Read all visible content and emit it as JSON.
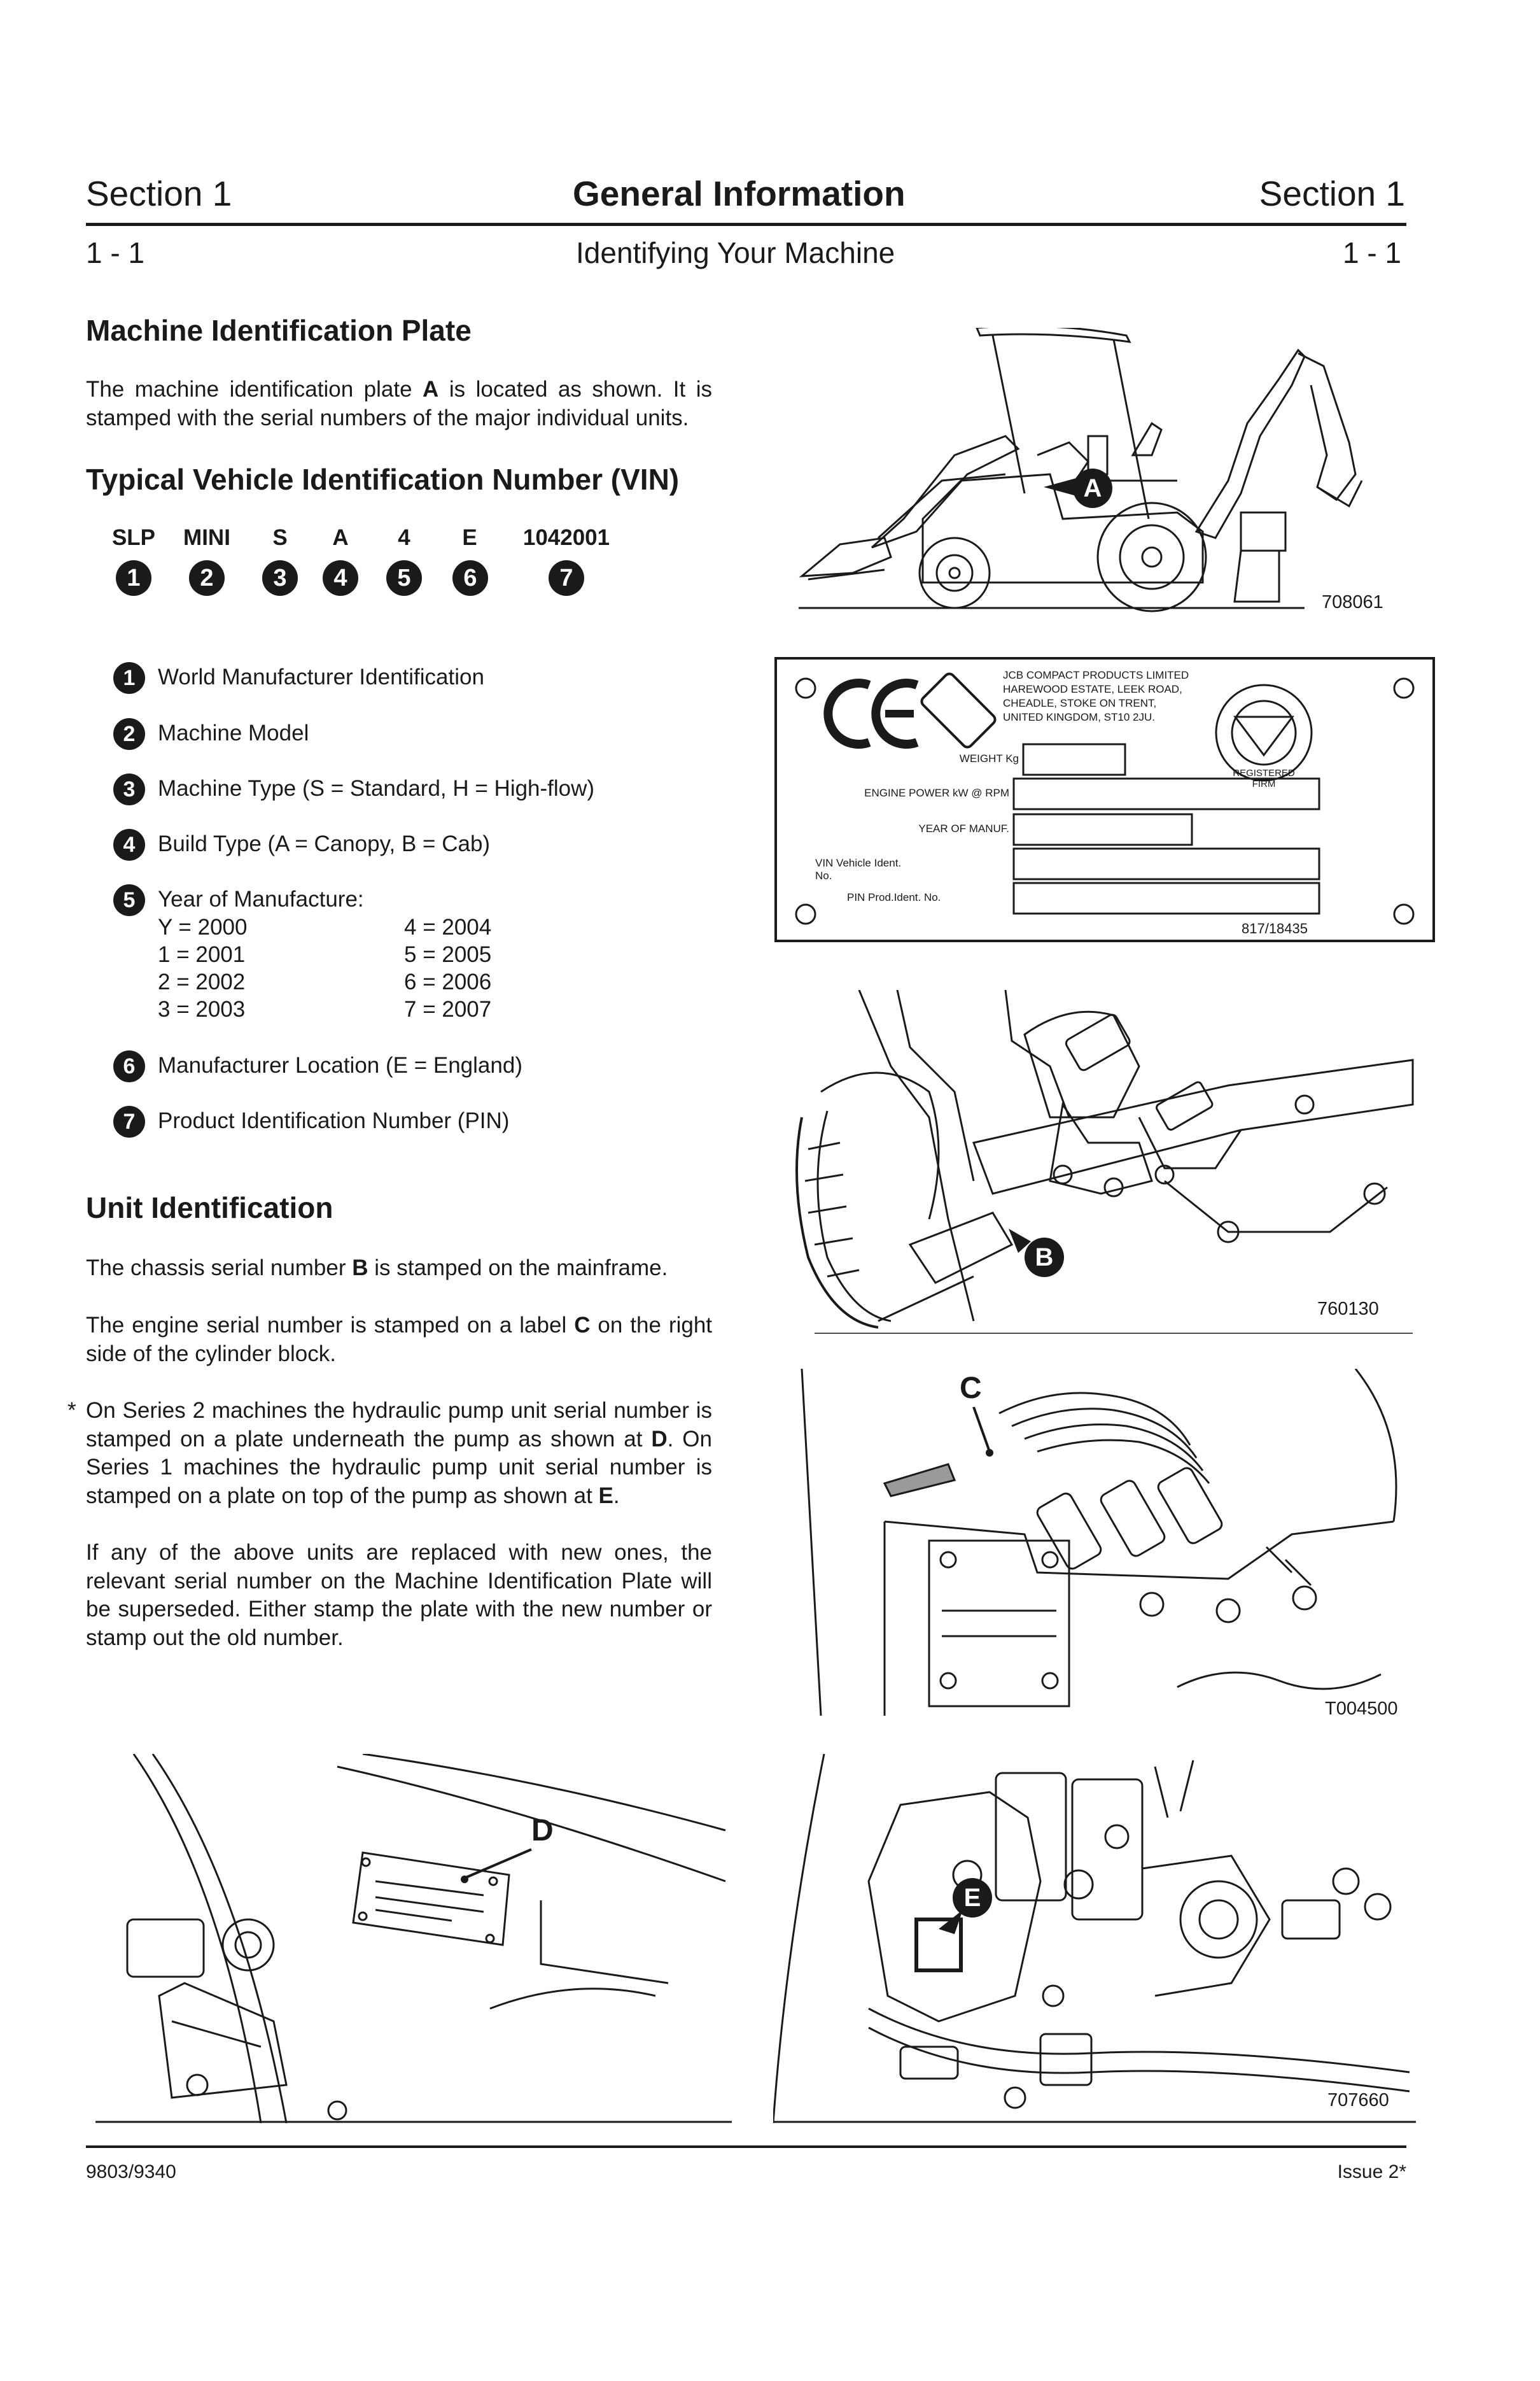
{
  "header": {
    "section_left": "Section 1",
    "title": "General Information",
    "section_right": "Section 1",
    "page_left": "1 - 1",
    "subtitle": "Identifying Your Machine",
    "page_right": "1 - 1"
  },
  "plate_section": {
    "heading": "Machine Identification Plate",
    "text_before": "The machine identification plate ",
    "ref": "A",
    "text_after": " is located as shown. It is stamped with the serial numbers of the major individual units."
  },
  "vin": {
    "heading": "Typical Vehicle Identification Number (VIN)",
    "parts": [
      {
        "code": "SLP",
        "num": "1"
      },
      {
        "code": "MINI",
        "num": "2"
      },
      {
        "code": "S",
        "num": "3"
      },
      {
        "code": "A",
        "num": "4"
      },
      {
        "code": "4",
        "num": "5"
      },
      {
        "code": "E",
        "num": "6"
      },
      {
        "code": "1042001",
        "num": "7"
      }
    ]
  },
  "legend": [
    {
      "num": "1",
      "text": "World Manufacturer Identification"
    },
    {
      "num": "2",
      "text": "Machine Model"
    },
    {
      "num": "3",
      "text": "Machine Type (S = Standard, H = High-flow)"
    },
    {
      "num": "4",
      "text": "Build Type (A = Canopy, B = Cab)"
    },
    {
      "num": "5",
      "text": "Year of Manufacture:"
    },
    {
      "num": "6",
      "text": "Manufacturer Location (E = England)"
    },
    {
      "num": "7",
      "text": "Product Identification Number (PIN)"
    }
  ],
  "year_codes": [
    "Y = 2000",
    "1 = 2001",
    "2 = 2002",
    "3 = 2003",
    "4 = 2004",
    "5 = 2005",
    "6 = 2006",
    "7 = 2007"
  ],
  "unit_section": {
    "heading": "Unit Identification",
    "p1_before": "The chassis serial number ",
    "p1_ref": "B",
    "p1_after": " is stamped on the mainframe.",
    "p2_before": "The engine serial number is stamped on a label ",
    "p2_ref": "C",
    "p2_after": " on the right side of the cylinder block.",
    "asterisk": "*",
    "p3_a": "On Series 2 machines the hydraulic pump unit serial number is stamped on a plate underneath the pump as shown at ",
    "p3_ref1": "D",
    "p3_b": ". On Series 1 machines the hydraulic pump unit serial number is stamped on a plate on top of the pump as shown at ",
    "p3_ref2": "E",
    "p3_c": ".",
    "p4": "If any of the above units are replaced with new ones, the relevant serial number on the Machine Identification Plate will be superseded. Either stamp the plate with the new number or stamp out the old number."
  },
  "figures": {
    "tractor": {
      "code": "708061",
      "callout": "A"
    },
    "plate": {
      "code": "817/18435",
      "company": [
        "JCB COMPACT PRODUCTS LIMITED",
        "HAREWOOD ESTATE, LEEK ROAD,",
        "CHEADLE, STOKE ON TRENT,",
        "UNITED KINGDOM, ST10 2JU."
      ],
      "fields": [
        "WEIGHT Kg",
        "ENGINE POWER kW @ RPM",
        "YEAR OF MANUF.",
        "VIN Vehicle Ident. No.",
        "PIN Prod.Ident. No."
      ],
      "seal": "REGISTERED FIRM"
    },
    "chassis": {
      "code": "760130",
      "callout": "B"
    },
    "engine": {
      "code": "T004500",
      "callout": "C"
    },
    "pump_d": {
      "callout": "D"
    },
    "pump_e": {
      "code": "707660",
      "callout": "E"
    }
  },
  "footer": {
    "doc_number": "9803/9340",
    "issue": "Issue 2*"
  }
}
